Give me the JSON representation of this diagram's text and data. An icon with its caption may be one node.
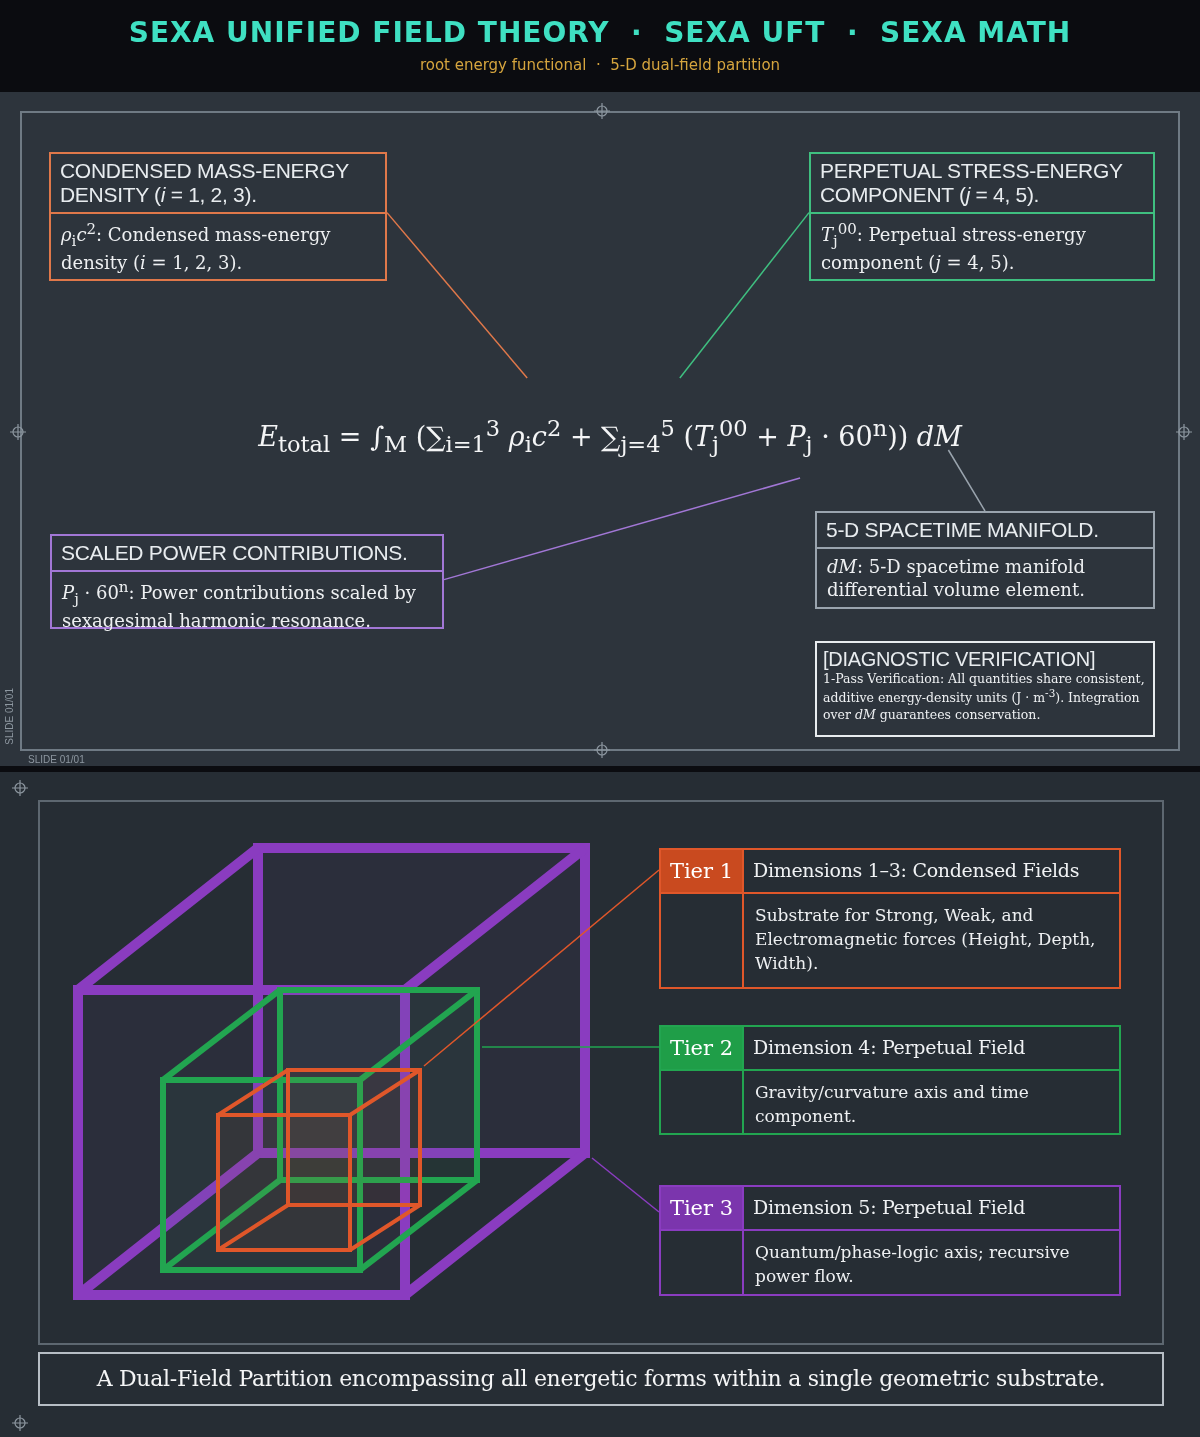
{
  "diagram": {
    "title": "SEXA UNIFIED FIELD THEORY  ·  SEXA UFT  ·  SEXA MATH",
    "nodes": [
      {
        "text": [
          "CONDENSED MASS-ENERGY DENSITY (*i* = 1, 2, 3).",
          "*ρ*$_{i}$*c*$^{2}$: Condensed mass-energy density (*i* = 1, 2, 3)."
        ]
      },
      {
        "text": [
          "PERPETUAL STRESS-ENERGY COMPONENT (*j* = 4, 5).",
          "*T*$_{j}$$^{00}$: Perpetual stress-energy component (*j* = 4, 5)."
        ]
      },
      {
        "text": [
          "*E*$_{total}$ = ∫$_{M}$ (∑$_{i=1}$$^{3}$ *ρ*$_{i}$*c*$^{2}$ + ∑$_{j=4}$$^{5}$ (*T*$_{j}$$^{00}$ + *P*$_{j}$ · 60$^{n}$)) *dM*"
        ]
      },
      {
        "text": [
          "SCALED POWER CONTRIBUTIONS.",
          "*P*$_{j}$ · 60$^{n}$: Power contributions scaled by sexagesimal harmonic resonance."
        ]
      },
      {
        "text": [
          "5-D SPACETIME MANIFOLD.",
          "*dM*: 5-D spacetime manifold differential volume element."
        ]
      },
      {
        "text": [
          "[DIAGNOSTIC VERIFICATION]",
          "1-Pass Verification: All quantities share consistent, additive energy-density units (J · m$^{-3}$). Integration over *dM* guarantees conservation."
        ]
      },
      {
        "text": [],
        "shape": "cube"
      },
      {
        "text": [],
        "shape": "cube",
        "in": 6
      },
      {
        "text": [],
        "shape": "cube",
        "in": 7
      },
      {
        "text": [
          "Tier 1",
          "Dimensions 1–3: Condensed Fields",
          "Substrate for Strong, Weak, and Electromagnetic forces (Height, Depth, Width)."
        ]
      },
      {
        "text": [
          "Tier 2",
          "Dimension 4: Perpetual Field",
          "Gravity/curvature axis and time component."
        ]
      },
      {
        "text": [
          "Tier 3",
          "Dimension 5: Perpetual Field",
          "Quantum/phase-logic axis; recursive power flow."
        ]
      },
      {
        "text": [
          "A Dual-Field Partition encompassing all energetic forms within a single geometric substrate."
        ]
      }
    ],
    "edges": [
      {
        "from": 0,
        "to": 2,
        "arrow": "none",
        "color": "#e0784a"
      },
      {
        "from": 1,
        "to": 2,
        "arrow": "none",
        "color": "#3fbf80"
      },
      {
        "from": 3,
        "to": 2,
        "arrow": "none",
        "color": "#a277d6"
      },
      {
        "from": 4,
        "to": 2,
        "arrow": "none",
        "color": "#9aa4ae"
      },
      {
        "from": 9,
        "to": 8,
        "arrow": "none",
        "color": "#e0572a"
      },
      {
        "from": 10,
        "to": 7,
        "arrow": "none",
        "color": "#22a550"
      },
      {
        "from": 11,
        "to": 6,
        "arrow": "none",
        "color": "#8a3cc0"
      }
    ],
    "labels": [
      "root energy functional  ·  5-D dual-field partition",
      "SLIDE 01/01",
      "SLIDE 01/01"
    ]
  }
}
